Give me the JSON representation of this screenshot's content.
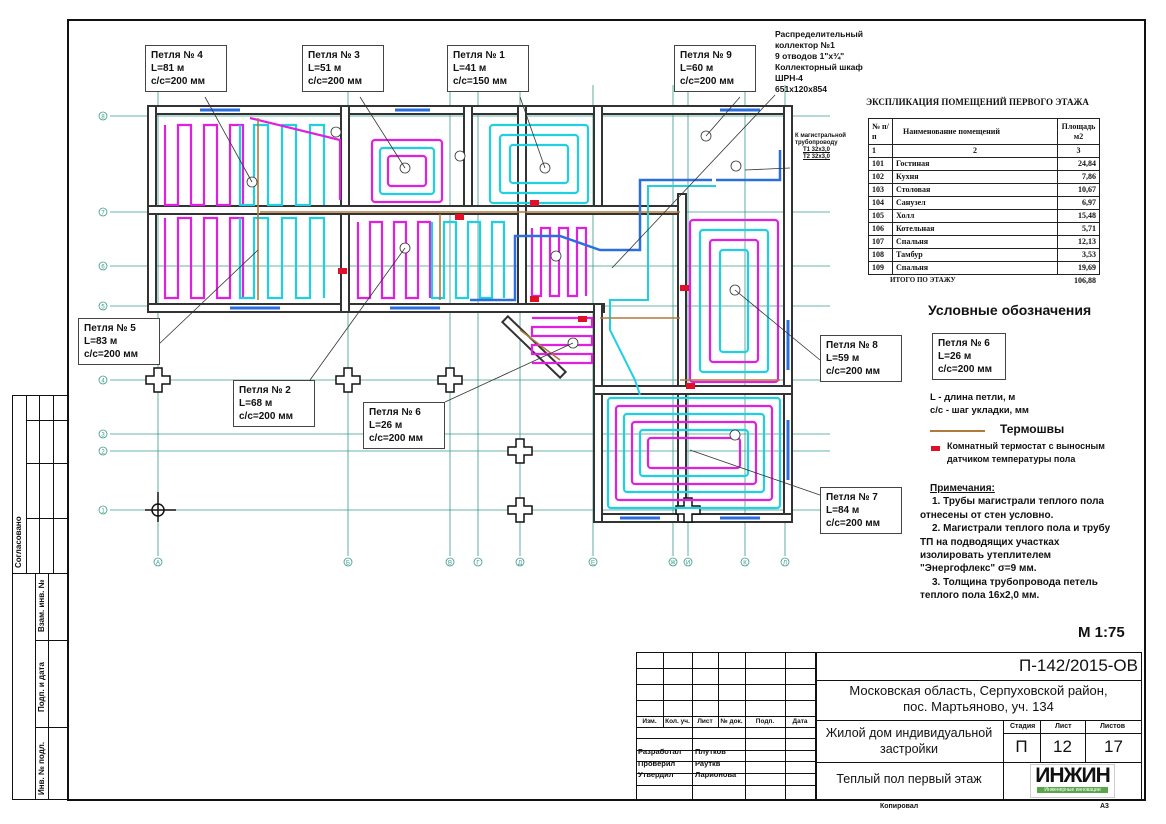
{
  "collector_note": [
    "Распределительный",
    "коллектор №1",
    "9 отводов 1\"x¾\"",
    "Коллекторный шкаф",
    "ШРН-4",
    "651x120x854"
  ],
  "main_pipe_note": [
    "К магистральной",
    "трубопроводу",
    "Т1 32x3,0",
    "Т2 32x3,0"
  ],
  "loops": [
    {
      "title": "Петля № 4",
      "length": "L=81 м",
      "spacing": "c/c=200 мм"
    },
    {
      "title": "Петля № 3",
      "length": "L=51 м",
      "spacing": "c/c=200 мм"
    },
    {
      "title": "Петля № 1",
      "length": "L=41 м",
      "spacing": "c/c=150 мм"
    },
    {
      "title": "Петля № 9",
      "length": "L=60 м",
      "spacing": "c/c=200 мм"
    },
    {
      "title": "Петля № 5",
      "length": "L=83 м",
      "spacing": "c/c=200 мм"
    },
    {
      "title": "Петля № 2",
      "length": "L=68 м",
      "spacing": "c/c=200 мм"
    },
    {
      "title": "Петля № 6",
      "length": "L=26 м",
      "spacing": "c/c=200 мм"
    },
    {
      "title": "Петля № 8",
      "length": "L=59 м",
      "spacing": "c/c=200 мм"
    },
    {
      "title": "Петля № 7",
      "length": "L=84 м",
      "spacing": "c/c=200 мм"
    }
  ],
  "axes": {
    "rows": [
      "8",
      "7",
      "6",
      "5",
      "4",
      "3",
      "2",
      "1"
    ],
    "cols": [
      "А",
      "Б",
      "В",
      "Г",
      "Д",
      "Е",
      "Ж",
      "И",
      "К",
      "Л"
    ]
  },
  "explication": {
    "title": "ЭКСПЛИКАЦИЯ ПОМЕЩЕНИЙ ПЕРВОГО ЭТАЖА",
    "headers": [
      "№ п/п",
      "Наименование помещений",
      "Площадь м2"
    ],
    "col_numbers": [
      "1",
      "2",
      "3"
    ],
    "rows": [
      [
        "101",
        "Гостиная",
        "24,84"
      ],
      [
        "102",
        "Кухня",
        "7,86"
      ],
      [
        "103",
        "Столовая",
        "10,67"
      ],
      [
        "104",
        "Санузел",
        "6,97"
      ],
      [
        "105",
        "Холл",
        "15,48"
      ],
      [
        "106",
        "Котельная",
        "5,71"
      ],
      [
        "107",
        "Спальня",
        "12,13"
      ],
      [
        "108",
        "Тамбур",
        "3,53"
      ],
      [
        "109",
        "Спальня",
        "19,69"
      ]
    ],
    "total_label": "ИТОГО ПО ЭТАЖУ",
    "total_value": "106,88"
  },
  "legend": {
    "title": "Условные обозначения",
    "sample": {
      "title": "Петля № 6",
      "length": "L=26 м",
      "spacing": "c/c=200 мм"
    },
    "l_desc": "L - длина петли, м",
    "cc_desc": "c/c - шаг укладки, мм",
    "thermo_seams": "Термошвы",
    "thermostat": [
      "Комнатный термостат с выносным",
      "датчиком температуры пола"
    ],
    "colors": {
      "thermo_seam": "#b07a3c",
      "thermostat": "#e0102a",
      "loop_a": "#e020e0",
      "loop_b": "#20d0e0",
      "pipe": "#2a6ee0"
    }
  },
  "notes": {
    "title": "Примечания:",
    "items": [
      [
        "1. Трубы магистрали теплого пола",
        "отнесены от стен условно."
      ],
      [
        "2. Магистрали теплого пола и трубу",
        "ТП на подводящих участках",
        "изолировать утеплителем",
        "\"Энергофлекс\" σ=9 мм."
      ],
      [
        "3. Толщина трубопровода петель",
        "теплого пола 16x2,0 мм."
      ]
    ]
  },
  "scale": "М 1:75",
  "title_block": {
    "code": "П-142/2015-ОВ",
    "address": [
      "Московская область, Серпуховской район,",
      "пос. Мартьяново, уч. 134"
    ],
    "building": [
      "Жилой дом индивидуальной",
      "застройки"
    ],
    "sheet_title": "Теплый пол первый этаж",
    "stage_label": "Стадия",
    "sheet_label": "Лист",
    "sheets_label": "Листов",
    "stage": "П",
    "sheet": "12",
    "sheets": "17",
    "col_headers": [
      "Изм.",
      "Кол. уч.",
      "Лист",
      "№ док.",
      "Подп.",
      "Дата"
    ],
    "roles": [
      [
        "Разработал",
        "Плутков"
      ],
      [
        "Проверил",
        "Рауткв"
      ],
      [
        "Утвердил",
        "Ларионова"
      ]
    ],
    "logo": "ИНЖИН",
    "logo_sub": "Инженерные инновации",
    "copied": "Копировал",
    "format": "А3"
  },
  "side_stamp": {
    "agreed": "Согласовано",
    "inv_replace": "Взам. инв. №",
    "sign_date": "Подп. и дата",
    "inv_orig": "Инв. № подл."
  }
}
